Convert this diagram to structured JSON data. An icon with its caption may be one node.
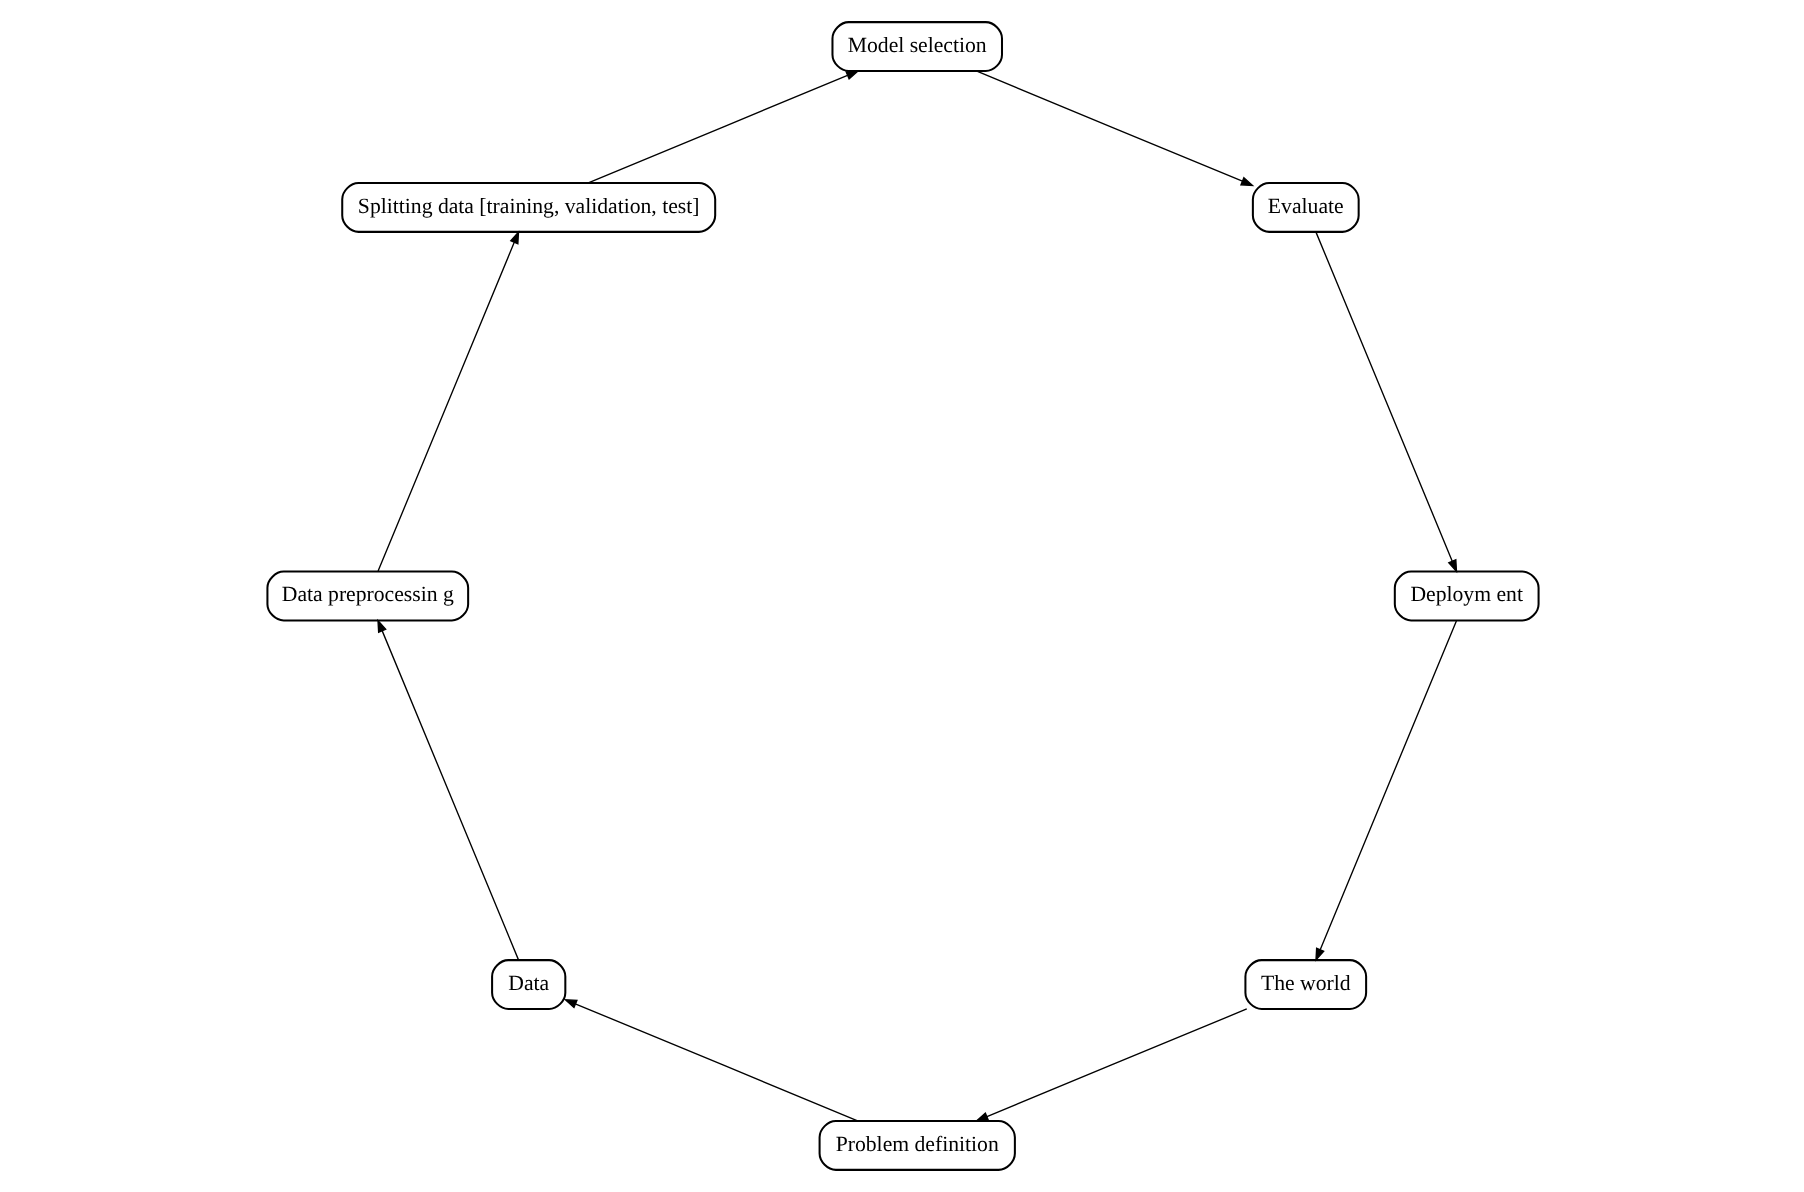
{
  "diagram": {
    "nodes": [
      {
        "text": [
          "The world"
        ]
      },
      {
        "text": [
          "Problem definition"
        ]
      },
      {
        "text": [
          "Data"
        ]
      },
      {
        "text": [
          "Data preprocessin g"
        ]
      },
      {
        "text": [
          "Splitting data [training, validation, test]"
        ]
      },
      {
        "text": [
          "Model selection"
        ]
      },
      {
        "text": [
          "Evaluate"
        ]
      },
      {
        "text": [
          "Deploym ent"
        ]
      }
    ],
    "edges": [
      {
        "from": 0,
        "to": 1,
        "arrow": "to"
      },
      {
        "from": 1,
        "to": 2,
        "arrow": "to"
      },
      {
        "from": 2,
        "to": 3,
        "arrow": "to"
      },
      {
        "from": 3,
        "to": 4,
        "arrow": "to"
      },
      {
        "from": 4,
        "to": 5,
        "arrow": "to"
      },
      {
        "from": 5,
        "to": 6,
        "arrow": "to"
      },
      {
        "from": 6,
        "to": 7,
        "arrow": "to"
      },
      {
        "from": 7,
        "to": 0,
        "arrow": "to"
      }
    ]
  }
}
